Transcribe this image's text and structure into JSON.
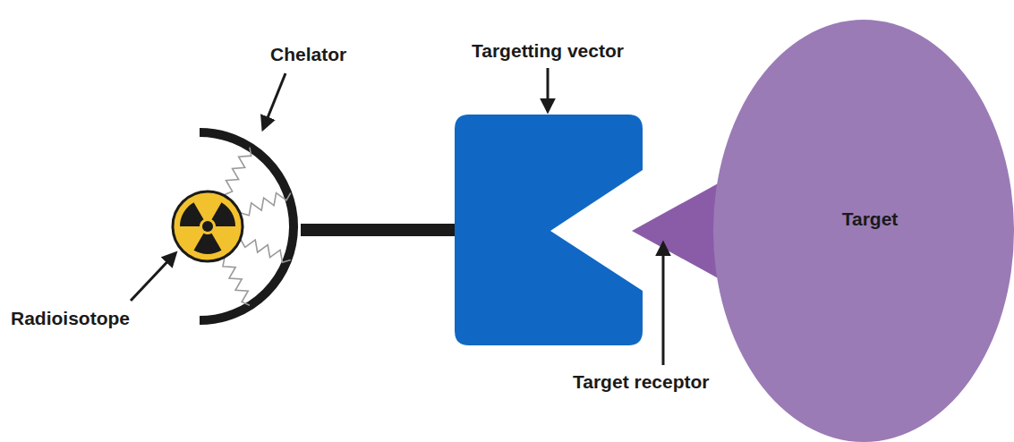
{
  "diagram": {
    "nodes": [
      {
        "text": [
          "Target"
        ]
      }
    ],
    "labels": [
      "Chelator",
      "Targetting vector",
      "Radioisotope",
      "Target receptor"
    ]
  }
}
